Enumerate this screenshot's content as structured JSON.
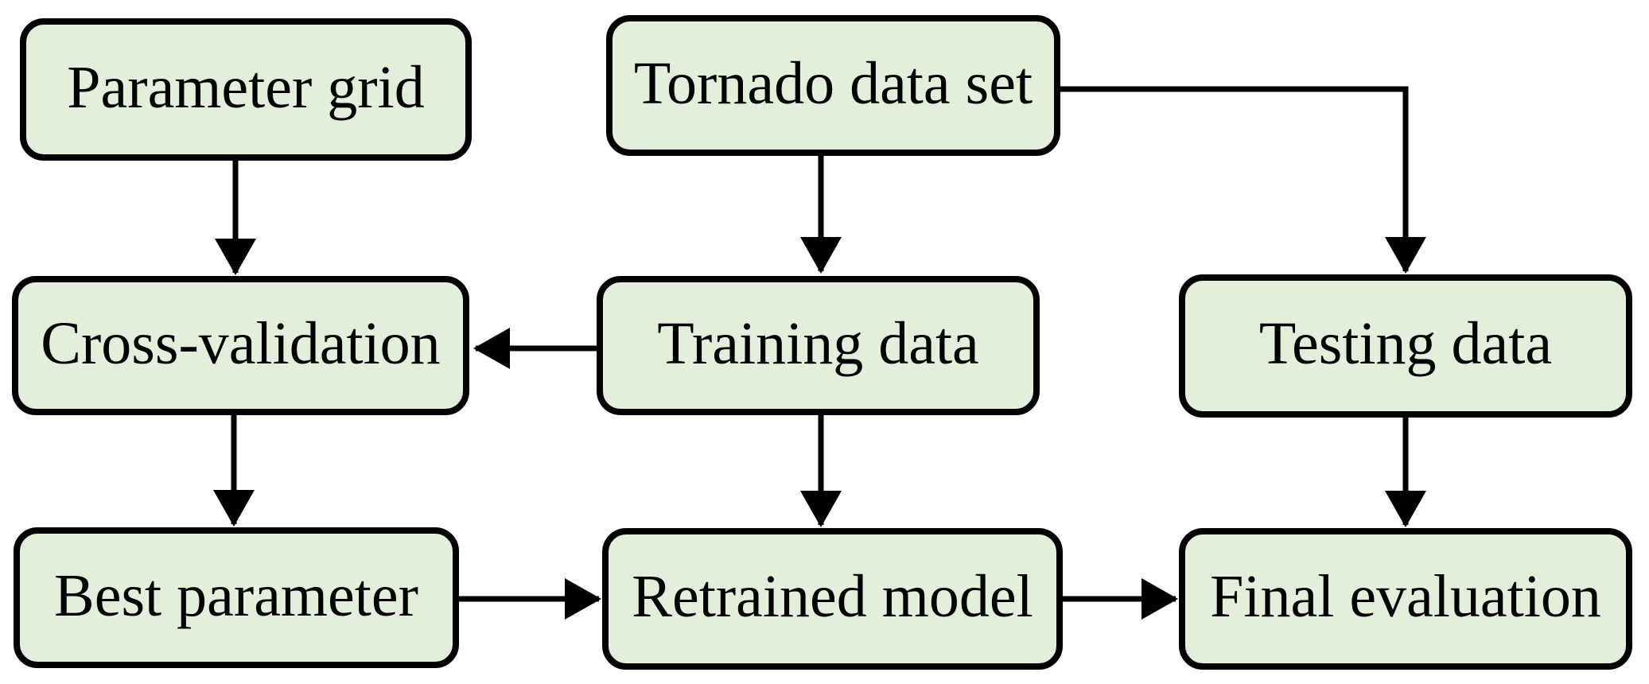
{
  "diagram": {
    "type": "flowchart",
    "background_color": "#ffffff",
    "node_fill_color": "#e3efdb",
    "node_border_color": "#000000",
    "arrow_color": "#000000",
    "nodes": [
      {
        "id": "parameter-grid",
        "label": "Parameter grid"
      },
      {
        "id": "tornado-data-set",
        "label": "Tornado data set"
      },
      {
        "id": "cross-validation",
        "label": "Cross-validation"
      },
      {
        "id": "training-data",
        "label": "Training data"
      },
      {
        "id": "testing-data",
        "label": "Testing data"
      },
      {
        "id": "best-parameter",
        "label": "Best parameter"
      },
      {
        "id": "retrained-model",
        "label": "Retrained model"
      },
      {
        "id": "final-evaluation",
        "label": "Final evaluation"
      }
    ],
    "edges": [
      {
        "from": "parameter-grid",
        "to": "cross-validation"
      },
      {
        "from": "tornado-data-set",
        "to": "training-data"
      },
      {
        "from": "tornado-data-set",
        "to": "testing-data"
      },
      {
        "from": "training-data",
        "to": "cross-validation"
      },
      {
        "from": "cross-validation",
        "to": "best-parameter"
      },
      {
        "from": "training-data",
        "to": "retrained-model"
      },
      {
        "from": "best-parameter",
        "to": "retrained-model"
      },
      {
        "from": "retrained-model",
        "to": "final-evaluation"
      },
      {
        "from": "testing-data",
        "to": "final-evaluation"
      }
    ]
  }
}
